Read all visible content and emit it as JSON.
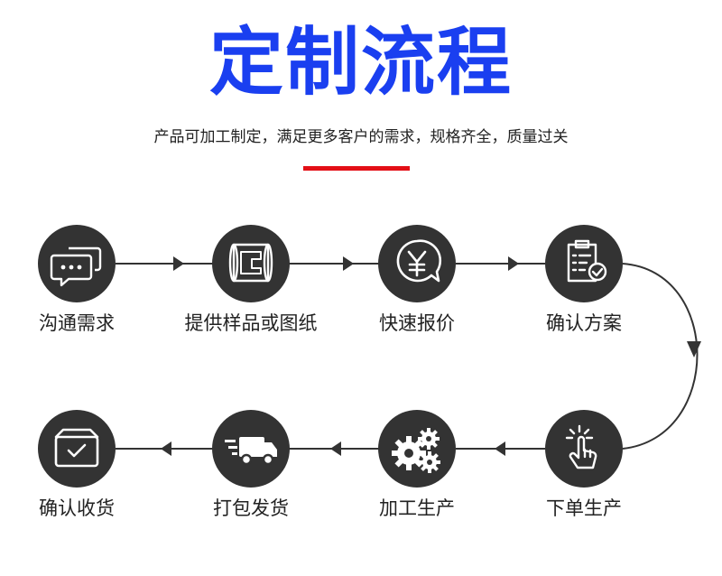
{
  "header": {
    "title": "定制流程",
    "subtitle": "产品可加工制定，满足更多客户的需求，规格齐全，质量过关"
  },
  "steps": [
    {
      "label": "沟通需求",
      "icon": "chat-bubbles-icon"
    },
    {
      "label": "提供样品或图纸",
      "icon": "blueprint-scroll-icon"
    },
    {
      "label": "快速报价",
      "icon": "yuan-quote-icon"
    },
    {
      "label": "确认方案",
      "icon": "clipboard-check-icon"
    },
    {
      "label": "下单生产",
      "icon": "tap-finger-icon"
    },
    {
      "label": "加工生产",
      "icon": "gears-icon"
    },
    {
      "label": "打包发货",
      "icon": "delivery-truck-icon"
    },
    {
      "label": "确认收货",
      "icon": "received-box-icon"
    }
  ],
  "colors": {
    "title": "#1a3ff0",
    "accent": "#e30f16",
    "node": "#333333"
  }
}
